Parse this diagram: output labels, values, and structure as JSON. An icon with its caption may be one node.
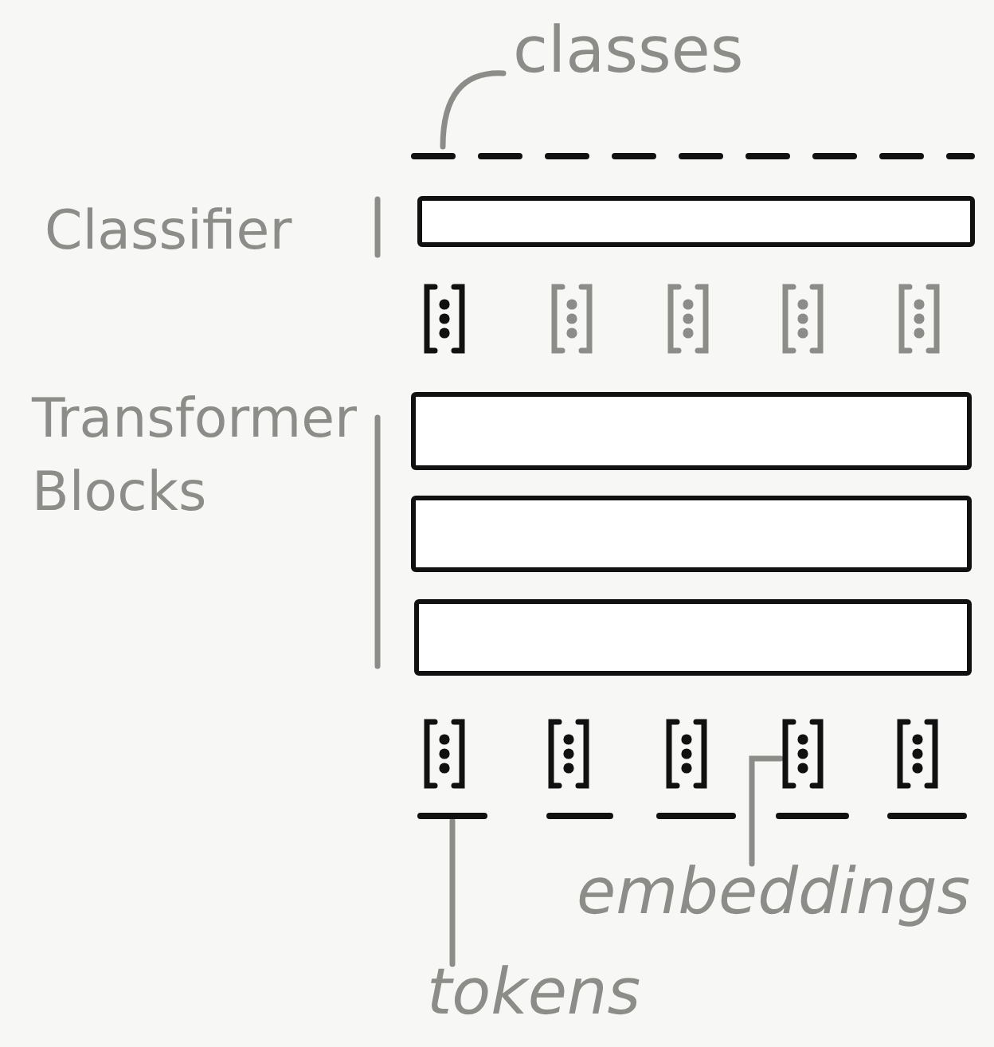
{
  "diagram": {
    "nodes": [
      {
        "text": [
          "classes"
        ]
      },
      {
        "text": [],
        "shape": "line"
      },
      {
        "text": [],
        "shape": "box"
      },
      {
        "text": [],
        "shape": "vector"
      },
      {
        "text": [],
        "shape": "vector"
      },
      {
        "text": [],
        "shape": "vector"
      },
      {
        "text": [],
        "shape": "vector"
      },
      {
        "text": [],
        "shape": "vector"
      },
      {
        "text": [],
        "shape": "box"
      },
      {
        "text": [],
        "shape": "box"
      },
      {
        "text": [],
        "shape": "box"
      },
      {
        "text": [],
        "shape": "vector"
      },
      {
        "text": [],
        "shape": "vector"
      },
      {
        "text": [],
        "shape": "vector"
      },
      {
        "text": [],
        "shape": "vector"
      },
      {
        "text": [],
        "shape": "vector"
      },
      {
        "text": [],
        "shape": "line"
      },
      {
        "text": [],
        "shape": "line"
      },
      {
        "text": [],
        "shape": "line"
      },
      {
        "text": [],
        "shape": "line"
      },
      {
        "text": [],
        "shape": "line"
      },
      {
        "text": [
          "embeddings"
        ]
      },
      {
        "text": [
          "tokens"
        ]
      }
    ],
    "edges": [
      {
        "from": 0,
        "to": 1,
        "arrow": "none"
      },
      {
        "from": 21,
        "to": 14,
        "arrow": "none"
      },
      {
        "from": 22,
        "to": 16,
        "arrow": "none"
      }
    ],
    "labels": [
      "Classifier",
      "Transformer Blocks"
    ]
  }
}
